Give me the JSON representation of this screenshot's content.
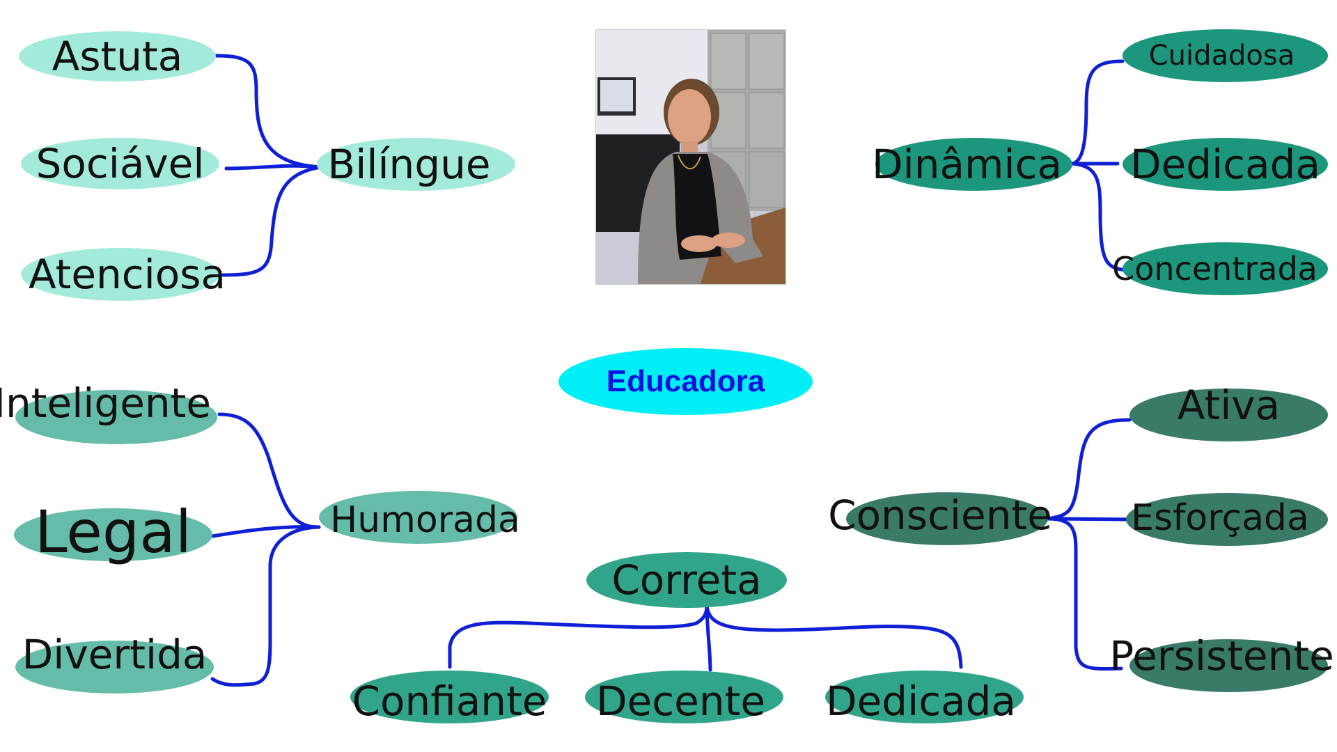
{
  "colors": {
    "link": "#0f1fd6",
    "center_text": "#1111e0",
    "center_fill": "#00eef5",
    "light_mint": "#a3eadb",
    "teal": "#1c977d",
    "mid_teal": "#65bca8",
    "dark_teal": "#3a7a69",
    "green_teal": "#31a58a"
  },
  "center": {
    "label": "Educadora"
  },
  "photo": {
    "icon": "portrait-photo"
  },
  "groups": {
    "bilingue": {
      "hub": "Bilíngue",
      "children": [
        "Astuta",
        "Sociável",
        "Atenciosa"
      ]
    },
    "dinamica": {
      "hub": "Dinâmica",
      "children": [
        "Cuidadosa",
        "Dedicada",
        "Concentrada"
      ]
    },
    "humorada": {
      "hub": "Humorada",
      "children": [
        "Inteligente",
        "Legal",
        "Divertida"
      ]
    },
    "consciente": {
      "hub": "Consciente",
      "children": [
        "Ativa",
        "Esforçada",
        "Persistente"
      ]
    },
    "correta": {
      "hub": "Correta",
      "children": [
        "Confiante",
        "Decente",
        "Dedicada"
      ]
    }
  }
}
